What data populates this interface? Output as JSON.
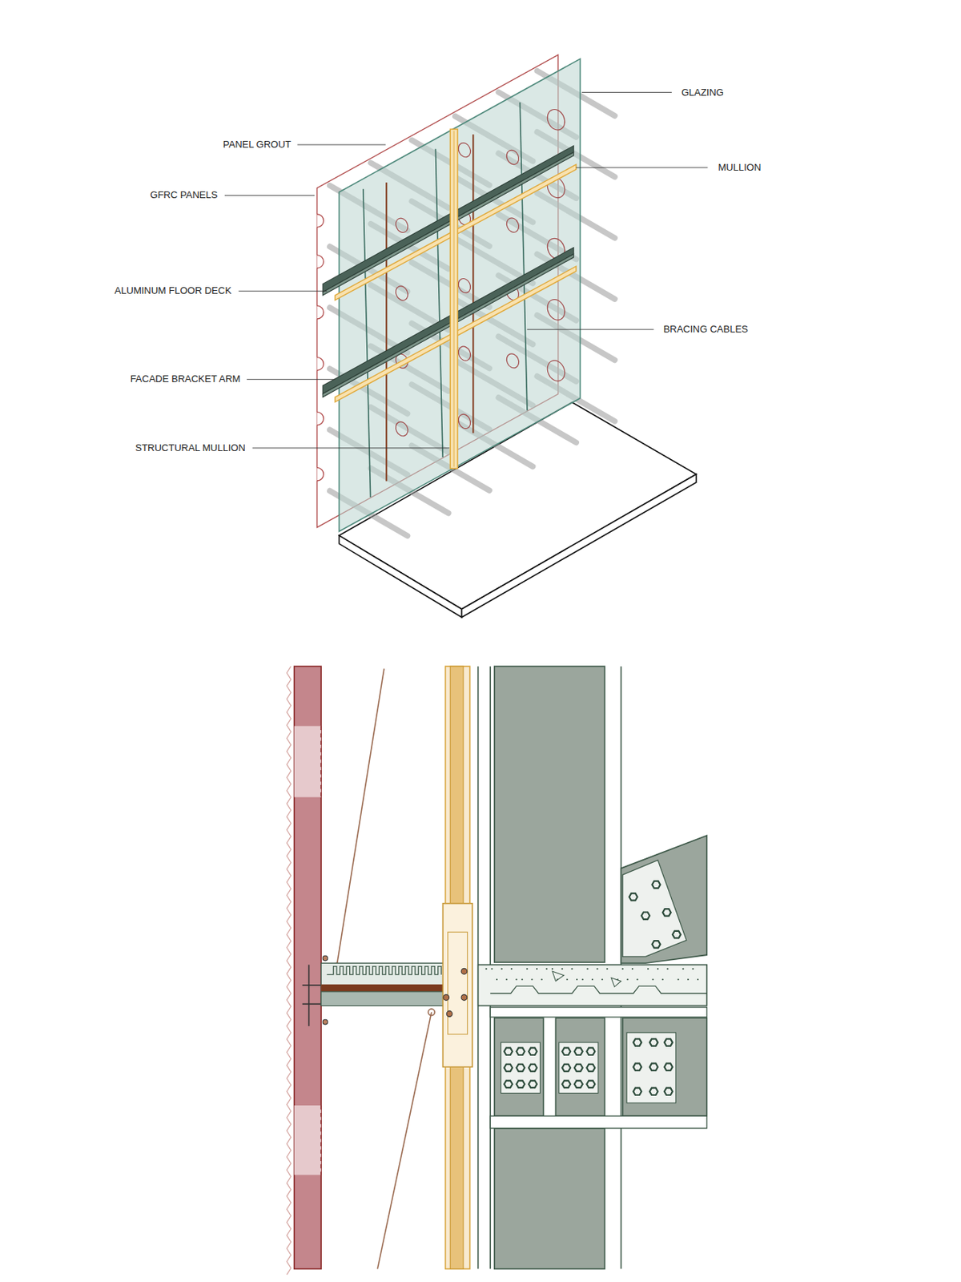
{
  "diagram": {
    "labels": [
      "GLAZING",
      "PANEL GROUT",
      "MULLION",
      "GFRC PANELS",
      "ALUMINUM FLOOR DECK",
      "BRACING CABLES",
      "FACADE BRACKET ARM",
      "STRUCTURAL MULLION"
    ]
  }
}
